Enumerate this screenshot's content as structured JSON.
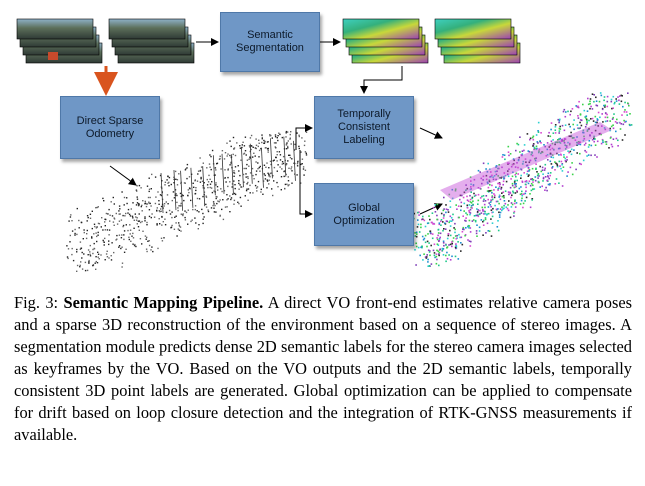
{
  "figure": {
    "boxes": {
      "semantic_segmentation": "Semantic\nSegmentation",
      "direct_sparse_odometry": "Direct Sparse\nOdometry",
      "temporally_consistent_labeling": "Temporally\nConsistent\nLabeling",
      "global_optimization": "Global\nOptimization"
    },
    "colors": {
      "box_fill": "#6f97c6",
      "arrow": "#d9541e"
    }
  },
  "caption": {
    "prefix": "Fig. 3: ",
    "title": "Semantic Mapping Pipeline.",
    "body": " A direct VO front-end estimates relative camera poses and a sparse 3D reconstruction of the environment based on a sequence of stereo images. A segmentation module predicts dense 2D semantic labels for the stereo camera images selected as keyframes by the VO. Based on the VO outputs and the 2D semantic labels, temporally consistent 3D point labels are generated. Global optimization can be applied to compensate for drift based on loop closure detection and the integration of RTK-GNSS measurements if available."
  }
}
